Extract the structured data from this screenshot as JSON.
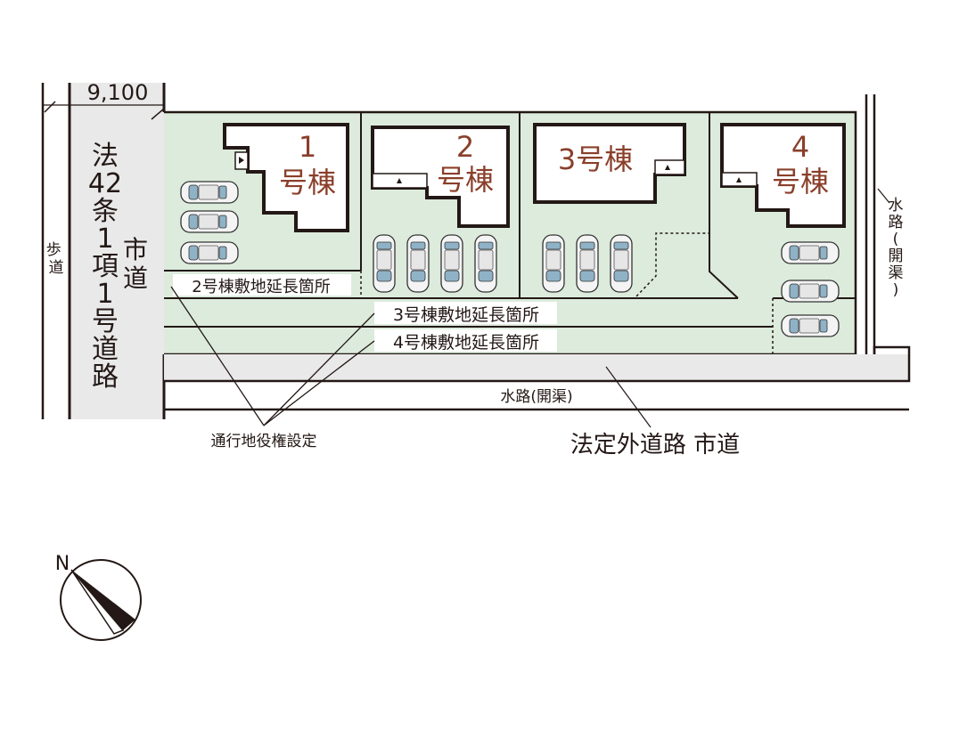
{
  "plan": {
    "width_label": "9,100",
    "left_road_name": "法42条1項1号道路",
    "left_road_kind": "市道",
    "sidewalk": "歩道",
    "right_canal": "水路(開渠)",
    "bottom_canal": "水路(開渠)",
    "bottom_road": "法定外道路  市道",
    "easement_note": "通行地役権設定",
    "extensions": [
      "2号棟敷地延長箇所",
      "3号棟敷地延長箇所",
      "4号棟敷地延長箇所"
    ],
    "north": "N",
    "buildings": [
      {
        "num": "1",
        "suffix": "号棟"
      },
      {
        "num": "2",
        "suffix": "号棟"
      },
      {
        "label": "3号棟"
      },
      {
        "num": "4",
        "suffix": "号棟"
      }
    ]
  },
  "colors": {
    "lot_fill": "#dcebdc",
    "building_label": "#8a3f2a",
    "line": "#231815"
  }
}
